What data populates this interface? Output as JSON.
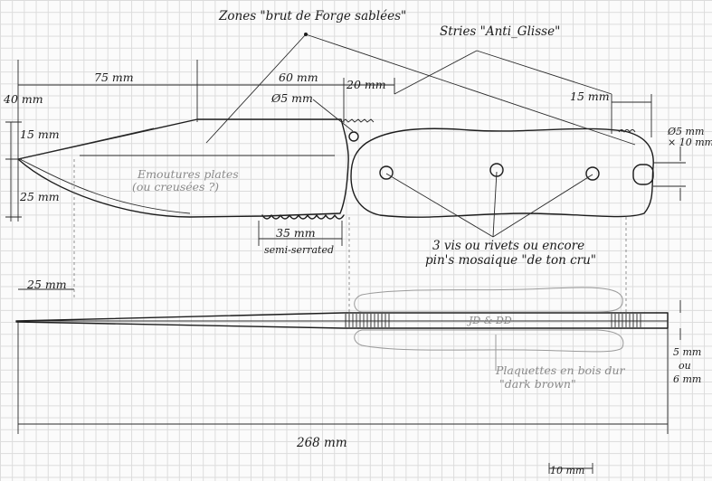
{
  "labels": {
    "zones_brut": "Zones \"brut de Forge sablées\"",
    "stries": "Stries \"Anti_Glisse\"",
    "dim_75": "75 mm",
    "dim_60": "60 mm",
    "dim_20": "20 mm",
    "dim_40": "40 mm",
    "dim_15_mm": "15 mm",
    "dim_15_left": "15 mm",
    "dim_25_mm": "25 mm",
    "dim_25_bottom": "25 mm",
    "dim_d5": "Ø5 mm",
    "dim_d5x10_a": "Ø5 mm",
    "dim_d5x10_b": "× 10 mm",
    "emoutures_a": "Emoutures plates",
    "emoutures_b": "(ou creusées ?)",
    "dim_35": "35 mm",
    "semi_serrated": "semi-serrated",
    "vis_a": "3 vis ou rivets ou encore",
    "vis_b": "pin's mosaique \"de ton cru\"",
    "initials": "JD & DD",
    "plaquettes_a": "Plaquettes en bois dur",
    "plaquettes_b": "\"dark brown\"",
    "thick_a": "5 mm",
    "thick_b": "ou",
    "thick_c": "6 mm",
    "dim_268": "268 mm",
    "scale_10": "10 mm"
  }
}
